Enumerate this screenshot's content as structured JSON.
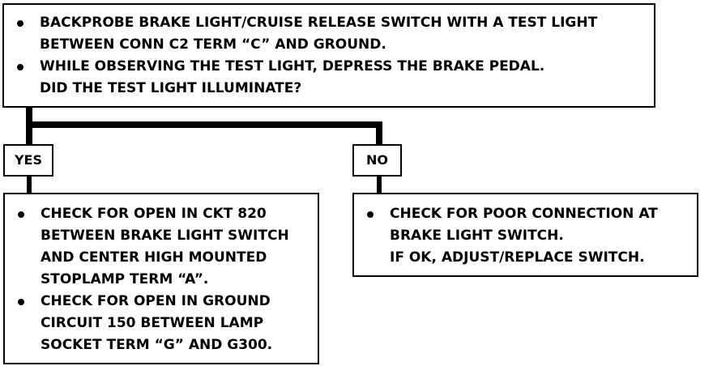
{
  "question": {
    "bullets": [
      [
        "BACKPROBE BRAKE LIGHT/CRUISE RELEASE SWITCH WITH A TEST LIGHT",
        "BETWEEN CONN C2 TERM “C” AND GROUND."
      ],
      [
        "WHILE OBSERVING THE TEST LIGHT, DEPRESS THE BRAKE PEDAL.",
        "DID THE TEST LIGHT ILLUMINATE?"
      ]
    ]
  },
  "branches": {
    "yes": {
      "label": "YES",
      "bullets": [
        [
          "CHECK FOR OPEN IN CKT 820",
          "BETWEEN BRAKE LIGHT SWITCH",
          "AND CENTER HIGH MOUNTED",
          "STOPLAMP TERM “A”."
        ],
        [
          "CHECK FOR OPEN IN GROUND",
          "CIRCUIT 150 BETWEEN LAMP",
          "SOCKET TERM “G” AND G300."
        ]
      ]
    },
    "no": {
      "label": "NO",
      "bullets": [
        [
          "CHECK FOR POOR CONNECTION AT",
          "BRAKE LIGHT SWITCH.",
          "IF OK, ADJUST/REPLACE SWITCH."
        ]
      ]
    }
  }
}
